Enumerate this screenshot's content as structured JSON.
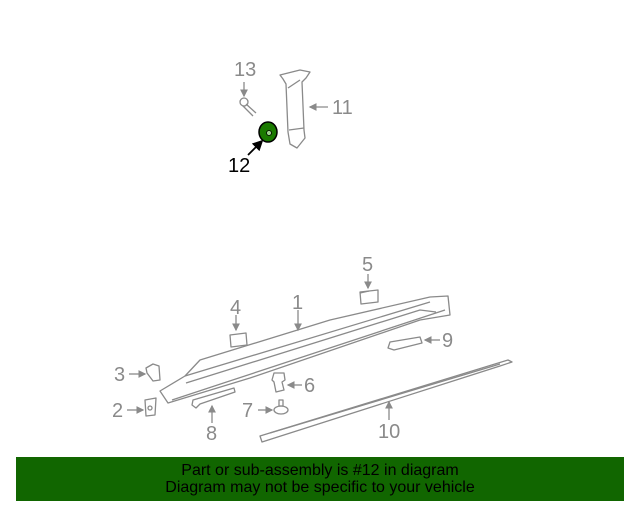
{
  "diagram": {
    "highlighted_part": "12",
    "highlight_color": "#1a7a00",
    "line_color": "#8a8a8a",
    "callouts": [
      {
        "id": "1",
        "label": "1"
      },
      {
        "id": "2",
        "label": "2"
      },
      {
        "id": "3",
        "label": "3"
      },
      {
        "id": "4",
        "label": "4"
      },
      {
        "id": "5",
        "label": "5"
      },
      {
        "id": "6",
        "label": "6"
      },
      {
        "id": "7",
        "label": "7"
      },
      {
        "id": "8",
        "label": "8"
      },
      {
        "id": "9",
        "label": "9"
      },
      {
        "id": "10",
        "label": "10"
      },
      {
        "id": "11",
        "label": "11"
      },
      {
        "id": "12",
        "label": "12"
      },
      {
        "id": "13",
        "label": "13"
      }
    ]
  },
  "banner": {
    "line1": "Part or sub-assembly is #12 in diagram",
    "line2": "Diagram may not be specific to your vehicle",
    "background": "#116600"
  }
}
